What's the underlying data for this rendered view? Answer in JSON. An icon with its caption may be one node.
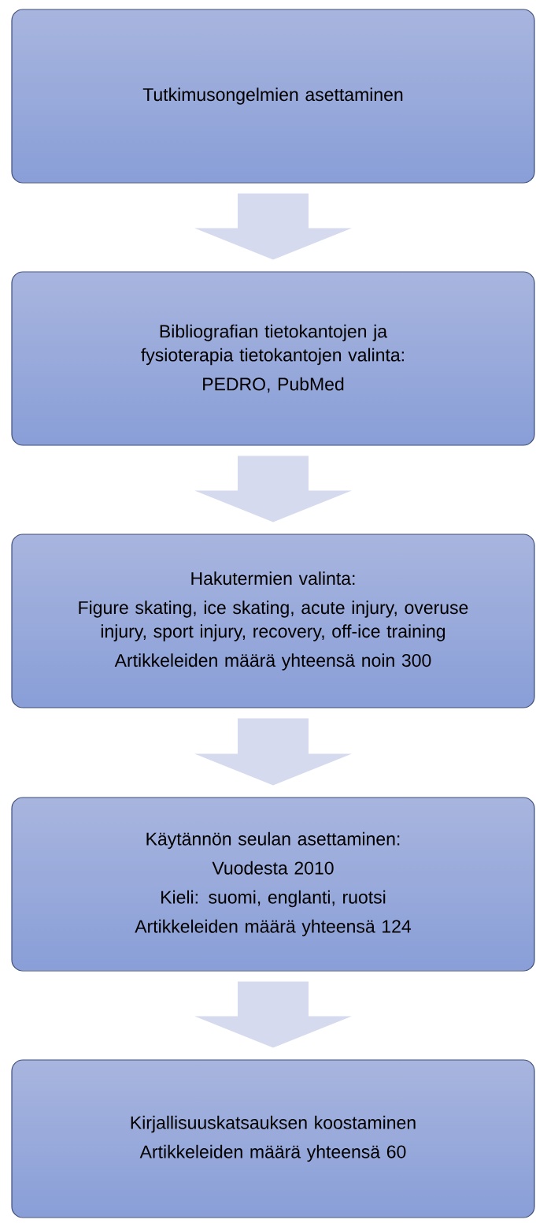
{
  "diagram": {
    "nodes": [
      {
        "text": [
          "Tutkimusongelmien asettaminen"
        ]
      },
      {
        "text": [
          "Bibliografian tietokantojen ja fysioterapia tietokantojen valinta:",
          "PEDRO, PubMed"
        ]
      },
      {
        "text": [
          "Hakutermien valinta:",
          "Figure skating, ice skating, acute injury, overuse injury, sport injury, recovery, off-ice training",
          "Artikkeleiden määrä yhteensä noin 300"
        ]
      },
      {
        "text": [
          "Käytännön seulan asettaminen:",
          "Vuodesta 2010",
          "Kieli: suomi, englanti, ruotsi",
          "Artikkeleiden määrä yhteensä 124"
        ]
      },
      {
        "text": [
          "Kirjallisuuskatsauksen koostaminen",
          "Artikkeleiden määrä yhteensä 60"
        ]
      }
    ],
    "edges": [
      {
        "from": 0,
        "to": 1,
        "arrow": "to"
      },
      {
        "from": 1,
        "to": 2,
        "arrow": "to"
      },
      {
        "from": 2,
        "to": 3,
        "arrow": "to"
      },
      {
        "from": 3,
        "to": 4,
        "arrow": "to"
      }
    ]
  }
}
